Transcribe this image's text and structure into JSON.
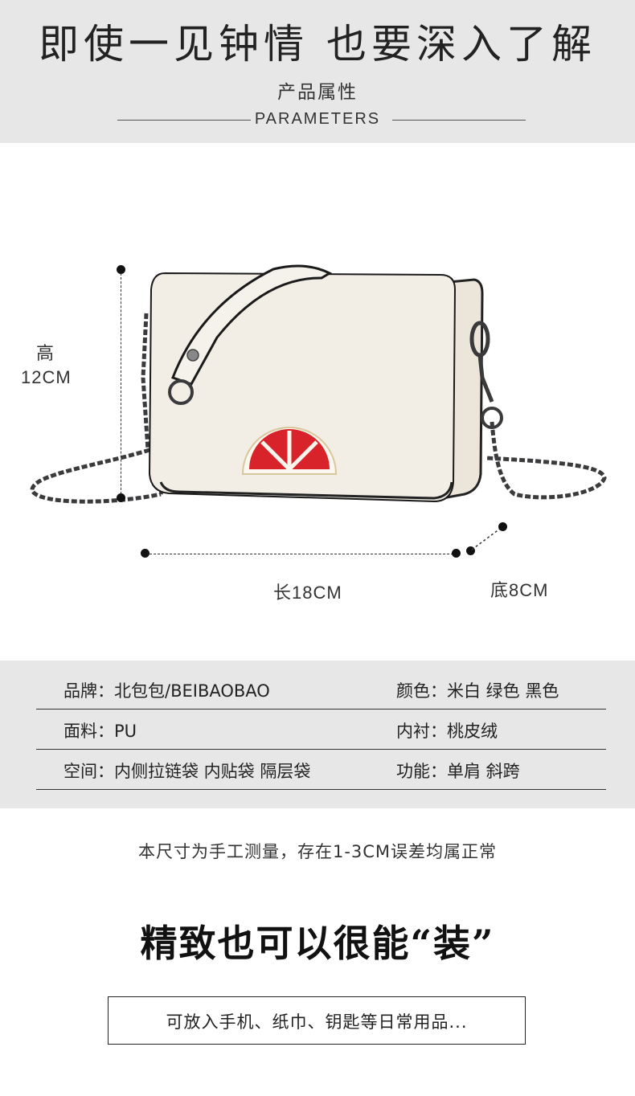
{
  "header": {
    "title": "即使一见钟情 也要深入了解",
    "subtitle_cn": "产品属性",
    "subtitle_en": "PARAMETERS"
  },
  "dimensions": {
    "height_label": "高",
    "height_value": "12CM",
    "length_label": "长18CM",
    "depth_label": "底8CM"
  },
  "params": {
    "brand": "品牌：北包包/BEIBAOBAO",
    "color": "颜色：米白 绿色 黑色",
    "material": "面料：PU",
    "lining": "内衬：桃皮绒",
    "space": "空间：内侧拉链袋 内贴袋 隔层袋",
    "function": "功能：单肩 斜跨"
  },
  "note": "本尺寸为手工测量，存在1-3CM误差均属正常",
  "headline": "精致也可以很能“装”",
  "capacity_text": "可放入手机、纸巾、钥匙等日常用品..."
}
